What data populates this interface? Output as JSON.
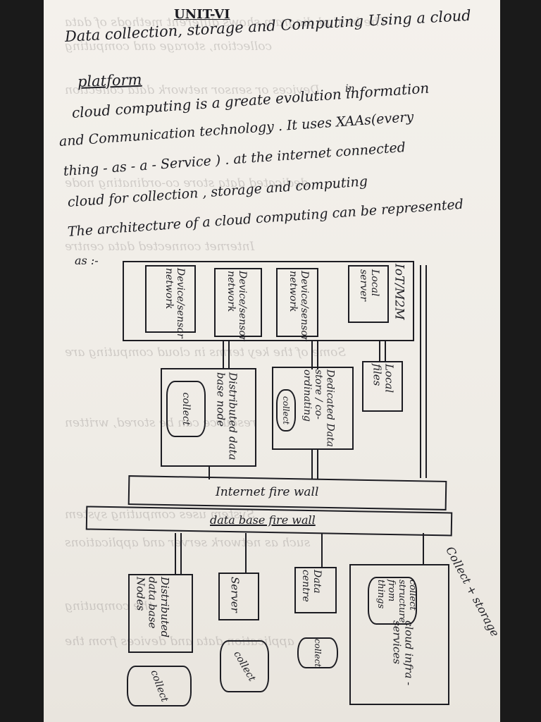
{
  "heading": "UNIT-VI",
  "title_line1": "Data collection, storage and Computing Using a cloud",
  "title_line2": "platform",
  "para_line1": "cloud computing is a greate evolution information",
  "para_insert": "in",
  "para_line2": "and Communication technology . It uses XAAs(every",
  "para_line3": "thing - as - a - Service ) . at the internet connected",
  "para_line4": "cloud for collection , storage and computing",
  "arch_line1": "The architecture of a cloud computing can be represented",
  "arch_line2": "as :-",
  "diagram": {
    "top_label": "IoT/M2M",
    "device_a": "Device/sensor network",
    "device_b": "Device/sensor network",
    "device_c": "Device/sensor network",
    "local_server": "Local server",
    "dist_db": "Distributed data base node",
    "collect": "collect",
    "dedicated": "Dedicated Data store / co-ordinating",
    "local_files": "Local files",
    "internet_firewall": "Internet fire wall",
    "db_firewall": "data base fire wall",
    "dist_db_nodes": "Distributed data base Nodes",
    "server": "Server",
    "data_centre": "Data centre",
    "collect_structure": "collect structure from things",
    "cloud_infra": "cloud infra - services",
    "collect_storage": "Collect + storage"
  }
}
